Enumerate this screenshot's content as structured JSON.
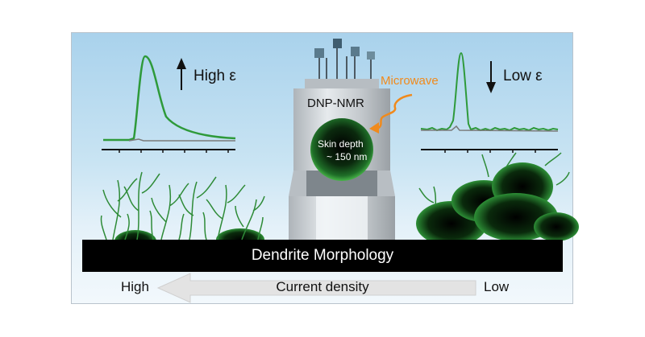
{
  "labels": {
    "high_epsilon": "High ε",
    "low_epsilon": "Low ε",
    "dnp_nmr": "DNP-NMR",
    "microwave": "Microwave",
    "skin_depth_line1": "Skin depth",
    "skin_depth_line2": "~ 150 nm",
    "dendrite_morphology": "Dendrite Morphology",
    "high": "High",
    "current_density": "Current density",
    "low": "Low"
  },
  "colors": {
    "background_top": "#a9d2ec",
    "background_bottom": "#f2f8fc",
    "spectrum_green": "#2e9a3a",
    "reference_gray": "#7a7a7a",
    "microwave_orange": "#f08a1c",
    "bar_black": "#000000",
    "arrow_gray": "#e3e3e3"
  },
  "icons": [
    "up-arrow-icon",
    "down-arrow-icon",
    "magnet-icon",
    "microwave-wave-icon",
    "left-arrow-icon"
  ]
}
